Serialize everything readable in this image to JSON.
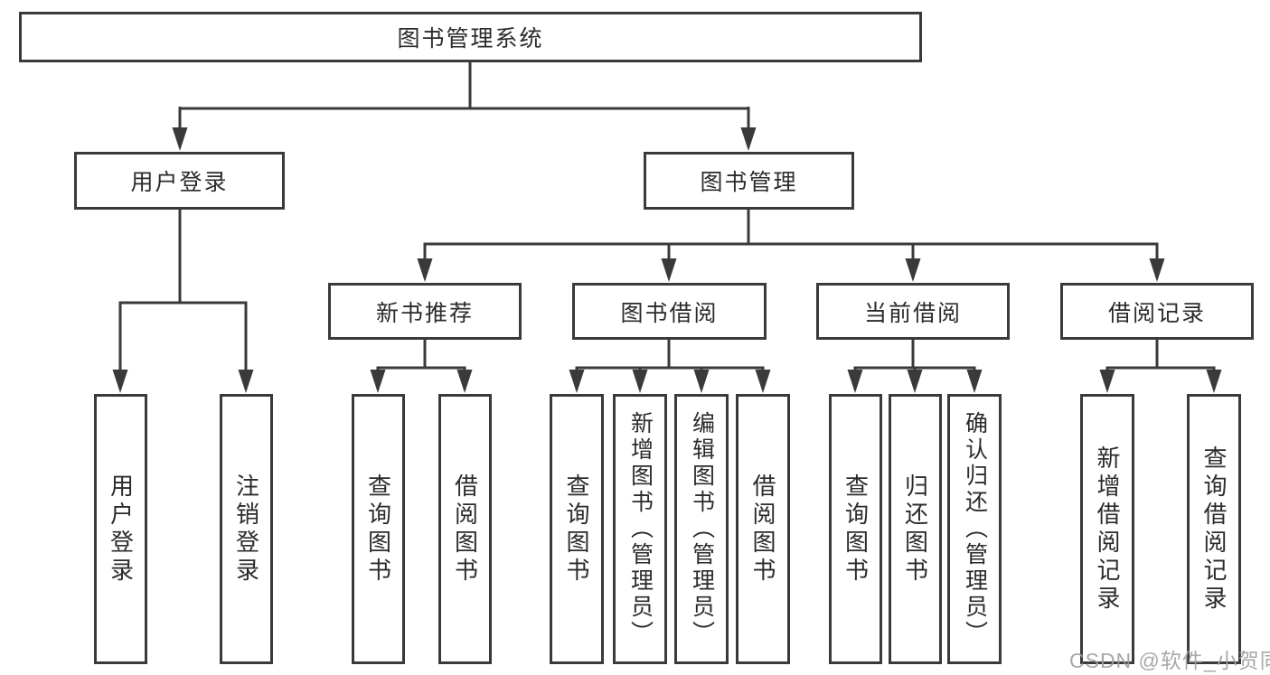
{
  "diagram": {
    "root": {
      "label": "图书管理系统"
    },
    "level2": {
      "user_login": {
        "label": "用户登录"
      },
      "book_mgmt": {
        "label": "图书管理"
      }
    },
    "categories": {
      "new_books": {
        "label": "新书推荐"
      },
      "book_borrow": {
        "label": "图书借阅"
      },
      "current_borrow": {
        "label": "当前借阅"
      },
      "borrow_records": {
        "label": "借阅记录"
      }
    },
    "leaves": {
      "user_login": {
        "label": "用户登录"
      },
      "logout": {
        "label": "注销登录"
      },
      "nb_query_books": {
        "label": "查询图书"
      },
      "nb_borrow_books": {
        "label": "借阅图书"
      },
      "bb_query_books": {
        "label": "查询图书"
      },
      "bb_add_books": {
        "label": "新增图书（管理员）"
      },
      "bb_edit_books": {
        "label": "编辑图书（管理员）"
      },
      "bb_borrow_books": {
        "label": "借阅图书"
      },
      "cb_query_books": {
        "label": "查询图书"
      },
      "cb_return_books": {
        "label": "归还图书"
      },
      "cb_confirm_return": {
        "label": "确认归还（管理员）"
      },
      "br_add_record": {
        "label": "新增借阅记录"
      },
      "br_query_record": {
        "label": "查询借阅记录"
      }
    },
    "line_color": "#3a3a3a"
  },
  "watermark": {
    "text": "CSDN @软件_小贺同学"
  }
}
